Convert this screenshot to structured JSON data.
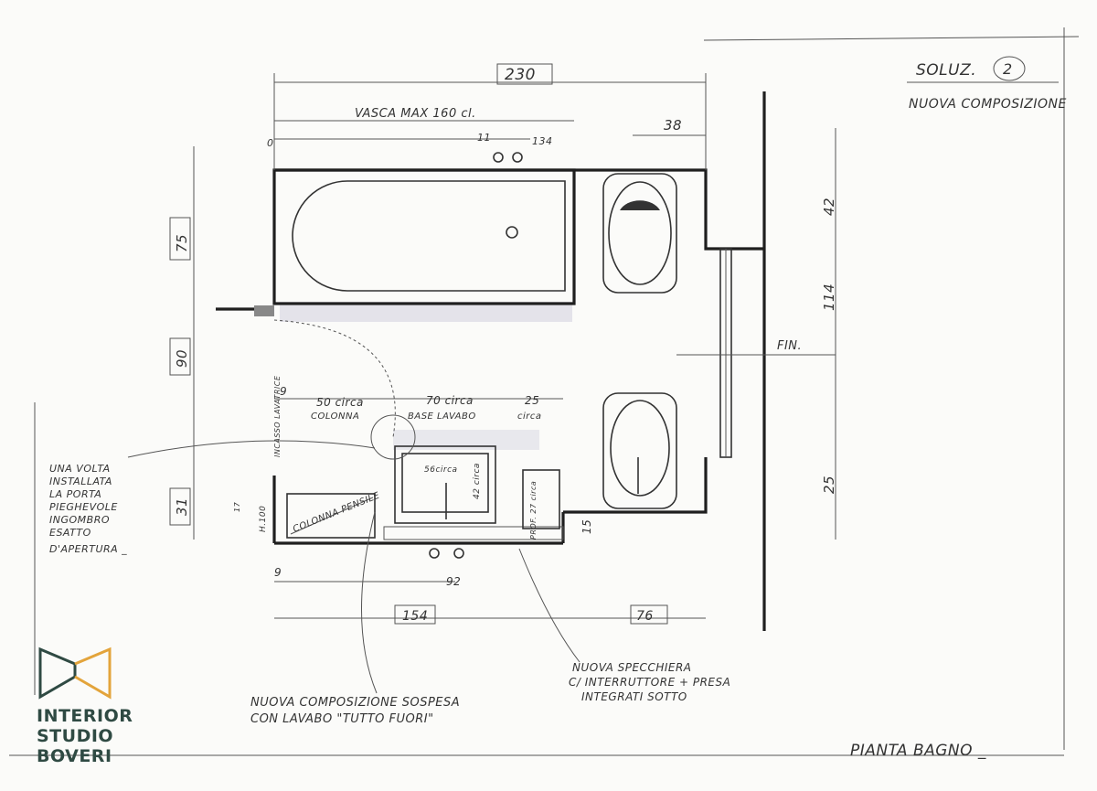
{
  "sheet": {
    "revision_label": "SOLUZ.",
    "revision_number": "2",
    "subtitle": "NUOVA COMPOSIZIONE",
    "footer_title": "PIANTA BAGNO _"
  },
  "dimensions": {
    "overall_width": "230",
    "tub_max": "VASCA MAX 160 cl.",
    "zero": "0",
    "d11": "11",
    "d134": "134",
    "wc_width": "38",
    "left_75": "75",
    "left_90": "90",
    "left_31": "31",
    "right_42": "42",
    "right_114": "114",
    "right_25": "25",
    "fin": "FIN.",
    "col_9": "9",
    "col_50": "50 circa",
    "col_50_sub": "COLONNA",
    "col_70": "70 circa",
    "col_70_sub": "BASE LAVABO",
    "col_25": "25",
    "col_25_sub": "circa",
    "recess": "INCASSO LAVATRICE",
    "h_100": "H.100",
    "d_17": "17",
    "sink_56": "56circa",
    "sink_42": "42 circa",
    "prof_27": "PROF. 27 circa",
    "d_15": "15",
    "bottom_9": "9",
    "bottom_92": "92",
    "bottom_154": "154",
    "bottom_76": "76",
    "column_label": "COLONNA PENSILE"
  },
  "notes": {
    "door_note": [
      "UNA VOLTA",
      "INSTALLATA",
      "LA PORTA",
      "PIEGHEVOLE",
      "INGOMBRO",
      "ESATTO",
      "D'APERTURA _"
    ],
    "composition_note": [
      "NUOVA COMPOSIZIONE SOSPESA",
      "CON LAVABO \"TUTTO FUORI\""
    ],
    "mirror_note": [
      "NUOVA SPECCHIERA",
      "C/ INTERRUTTORE + PRESA",
      "INTEGRATI SOTTO"
    ]
  },
  "logo": {
    "line1": "INTERIOR",
    "line2": "STUDIO",
    "line3": "BOVERI",
    "colors": {
      "primary": "#2f4a43",
      "accent": "#e3a43b"
    }
  }
}
